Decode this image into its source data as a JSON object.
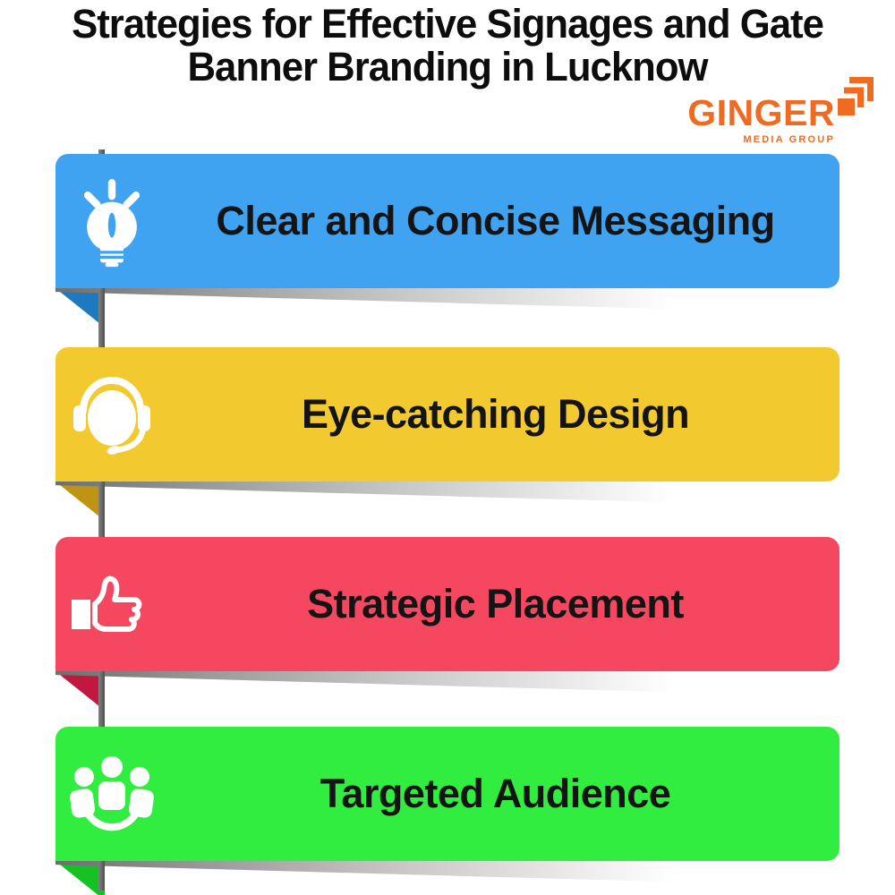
{
  "title": {
    "line1": "Strategies for Effective Signages and Gate",
    "line2": "Banner Branding in Lucknow"
  },
  "logo": {
    "name": "GINGER",
    "subtitle": "MEDIA GROUP",
    "color": "#F06B22",
    "mark": "nested-squares-icon"
  },
  "banners": [
    {
      "label": "Clear and Concise Messaging",
      "icon": "lightbulb-icon",
      "color": "#3FA3F1",
      "fold_color": "#1E7ABF"
    },
    {
      "label": "Eye-catching Design",
      "icon": "headset-icon",
      "color": "#F3C930",
      "fold_color": "#C09413"
    },
    {
      "label": "Strategic Placement",
      "icon": "thumbs-up-icon",
      "color": "#F5475F",
      "fold_color": "#C2173F"
    },
    {
      "label": "Targeted Audience",
      "icon": "people-group-icon",
      "color": "#31ED3F",
      "fold_color": "#14C224"
    }
  ],
  "colors": {
    "pole": "#666666",
    "title_text": "#0D0D0D",
    "banner_text": "#141414",
    "background": "#FFFFFF"
  }
}
